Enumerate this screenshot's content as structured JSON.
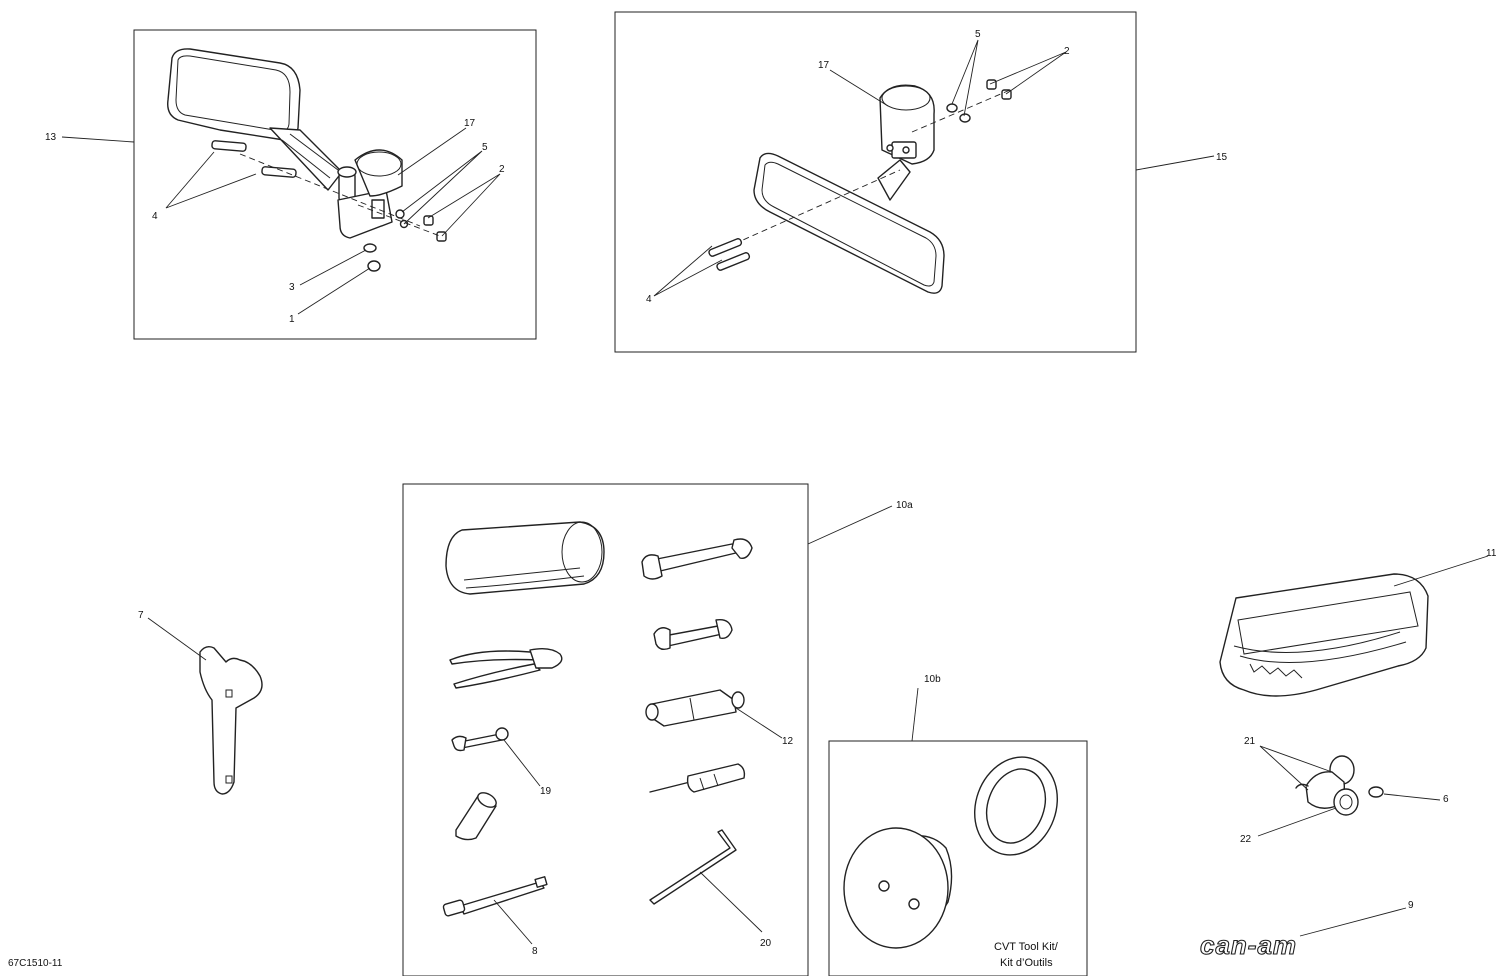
{
  "diagram": {
    "code": "67C1510-11",
    "callouts": {
      "n13": "13",
      "n4a": "4",
      "n17a": "17",
      "n5a": "5",
      "n2a": "2",
      "n3": "3",
      "n1": "1",
      "n17b": "17",
      "n5b": "5",
      "n2b": "2",
      "n15": "15",
      "n4b": "4",
      "n10a": "10a",
      "n7": "7",
      "n12": "12",
      "n19": "19",
      "n8": "8",
      "n20": "20",
      "n10b": "10b",
      "n11": "11",
      "n21": "21",
      "n6": "6",
      "n22": "22",
      "n9": "9"
    },
    "cvt_kit": {
      "line1": "CVT Tool Kit/",
      "line2": "Kit d’Outils"
    },
    "logo_text": "can-am"
  }
}
